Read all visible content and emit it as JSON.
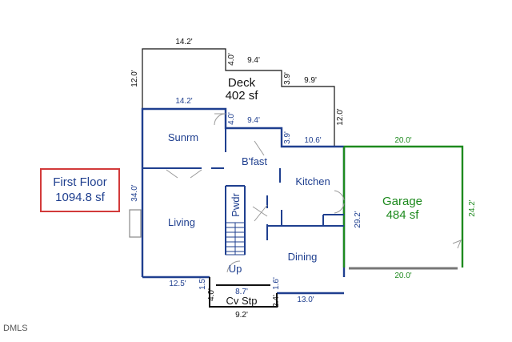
{
  "summary": {
    "title": "First Floor",
    "area": "1094.8 sf"
  },
  "deck": {
    "name": "Deck",
    "area": "402 sf"
  },
  "garage": {
    "name": "Garage",
    "area": "484 sf"
  },
  "rooms": {
    "sunroom": "Sunrm",
    "breakfast": "B'fast",
    "kitchen": "Kitchen",
    "living": "Living",
    "powder": "Pwdr",
    "dining": "Dining",
    "stairs": "Up",
    "covered_step": "Cv Stp"
  },
  "dimensions": {
    "deck_top": "14.2'",
    "deck_left": "12.0'",
    "deck_step1_v": "4.0'",
    "deck_step1_h": "9.4'",
    "deck_step2_v": "3.9'",
    "deck_step2_h": "9.9'",
    "deck_right": "12.0'",
    "house_top": "14.2'",
    "house_step1_v": "4.0'",
    "house_step1_h": "9.4'",
    "house_step2_v": "3.9'",
    "house_step2_h": "10.6'",
    "house_left": "34.0'",
    "house_right": "29.2'",
    "bottom_left": "12.5'",
    "bottom_right": "13.0'",
    "cv_left_upper": "1.5'",
    "cv_left_lower": "4.0'",
    "cv_top": "8.7'",
    "cv_right_upper": "1.6'",
    "cv_right_lower": "2.4'",
    "cv_bottom": "9.2'",
    "garage_top": "20.0'",
    "garage_bottom": "20.0'",
    "garage_right": "24.2'"
  },
  "watermark": "DMLS",
  "colors": {
    "house": "#1f3f8f",
    "garage": "#1e8a1e",
    "deck": "#111111",
    "summary_border": "#d23a3a"
  }
}
